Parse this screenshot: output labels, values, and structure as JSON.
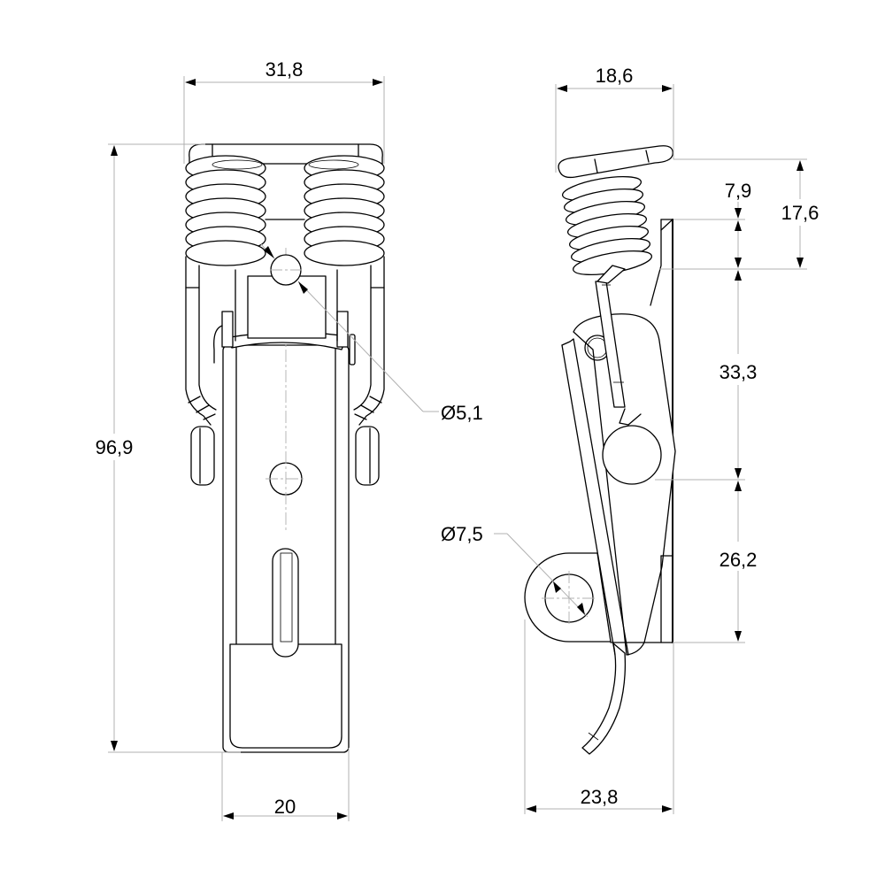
{
  "drawing": {
    "subject": "spring-loaded toggle latch (draw latch) technical drawing",
    "views": [
      "front-view",
      "side-view"
    ],
    "line_color": "#000000",
    "dimension_line_color": "#b0b0b0",
    "background": "#ffffff"
  },
  "front_view": {
    "dimensions": {
      "overall_width": "31,8",
      "overall_height": "96,9",
      "base_width": "20",
      "pin_diameter": "Ø5,1"
    }
  },
  "side_view": {
    "dimensions": {
      "spring_depth": "18,6",
      "spring_to_plate_top": "7,9",
      "spring_block_height": "17,6",
      "upper_section_height": "33,3",
      "lower_section_height": "26,2",
      "hole_diameter": "Ø7,5",
      "overall_depth": "23,8"
    }
  }
}
